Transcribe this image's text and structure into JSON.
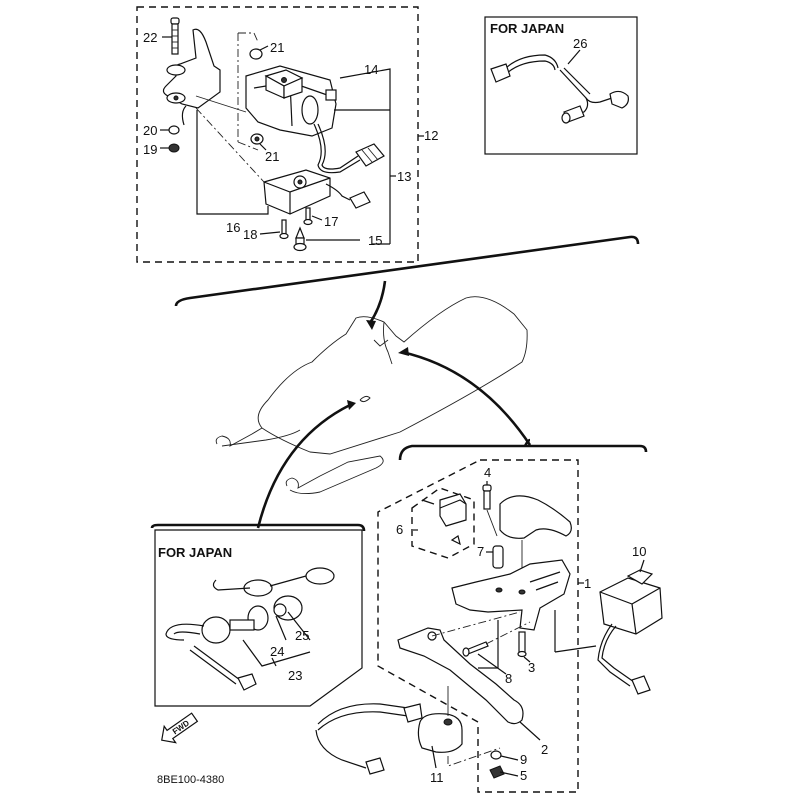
{
  "diagram": {
    "type": "exploded-parts-diagram",
    "drawing_code": "8BE100-4380",
    "fwd_label": "FWD",
    "insets": {
      "japan_top": {
        "header": "FOR JAPAN",
        "parts": [
          "26"
        ]
      },
      "japan_bottom": {
        "header": "FOR JAPAN",
        "parts": [
          "23",
          "24",
          "25"
        ]
      }
    },
    "assemblies": {
      "upper_switch_group": {
        "label": "12",
        "parts": [
          "13",
          "14",
          "15",
          "16",
          "17",
          "18",
          "19",
          "20",
          "21",
          "21",
          "22"
        ]
      },
      "lower_lever_group": {
        "label": "1",
        "parts": [
          "2",
          "3",
          "4",
          "5",
          "6",
          "7",
          "8",
          "9",
          "10",
          "11"
        ]
      }
    },
    "labels": {
      "p1": "1",
      "p2": "2",
      "p3": "3",
      "p4": "4",
      "p5": "5",
      "p6": "6",
      "p7": "7",
      "p8": "8",
      "p9": "9",
      "p10": "10",
      "p11": "11",
      "p12": "12",
      "p13": "13",
      "p14": "14",
      "p15": "15",
      "p16": "16",
      "p17": "17",
      "p18": "18",
      "p19": "19",
      "p20": "20",
      "p21a": "21",
      "p21b": "21",
      "p22": "22",
      "p23": "23",
      "p24": "24",
      "p25": "25",
      "p26": "26"
    }
  }
}
